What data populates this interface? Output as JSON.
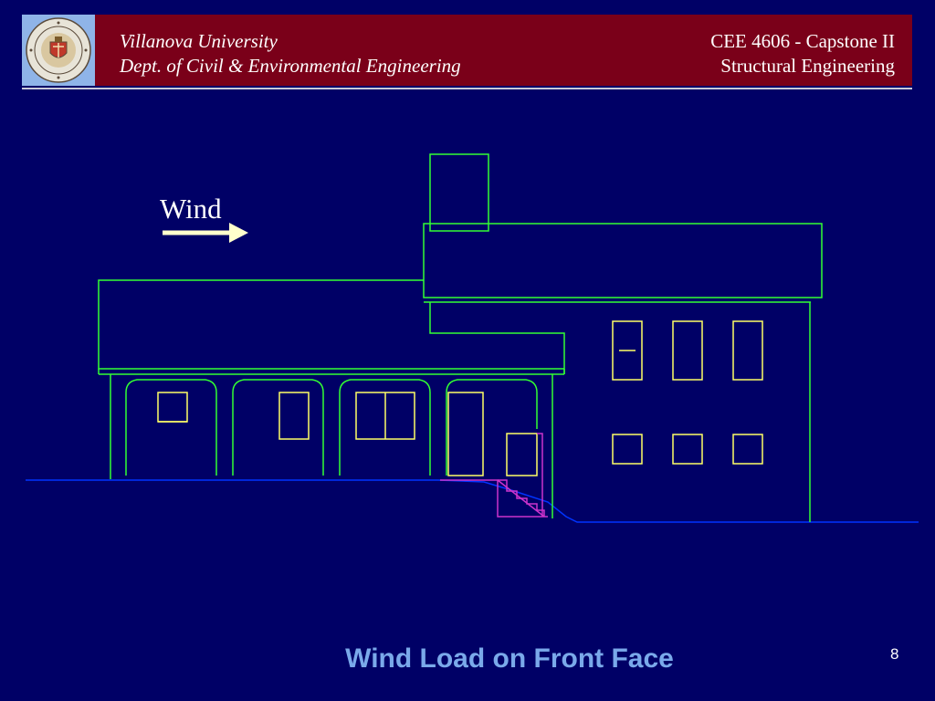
{
  "header": {
    "left_line1": "Villanova University",
    "left_line2": "Dept. of Civil & Environmental Engineering",
    "right_line1": "CEE 4606 - Capstone II",
    "right_line2": "Structural Engineering"
  },
  "diagram": {
    "wind_label": "Wind"
  },
  "footer": {
    "title": "Wind Load on Front Face",
    "page_number": "8"
  },
  "colors": {
    "background": "#000066",
    "header_bar": "#7a0019",
    "building_outline": "#33ff33",
    "windows": "#ffff66",
    "stairs": "#cc33cc",
    "ground": "#0033ff",
    "arrow": "#ffffcc",
    "title_text": "#7aa9ea"
  }
}
